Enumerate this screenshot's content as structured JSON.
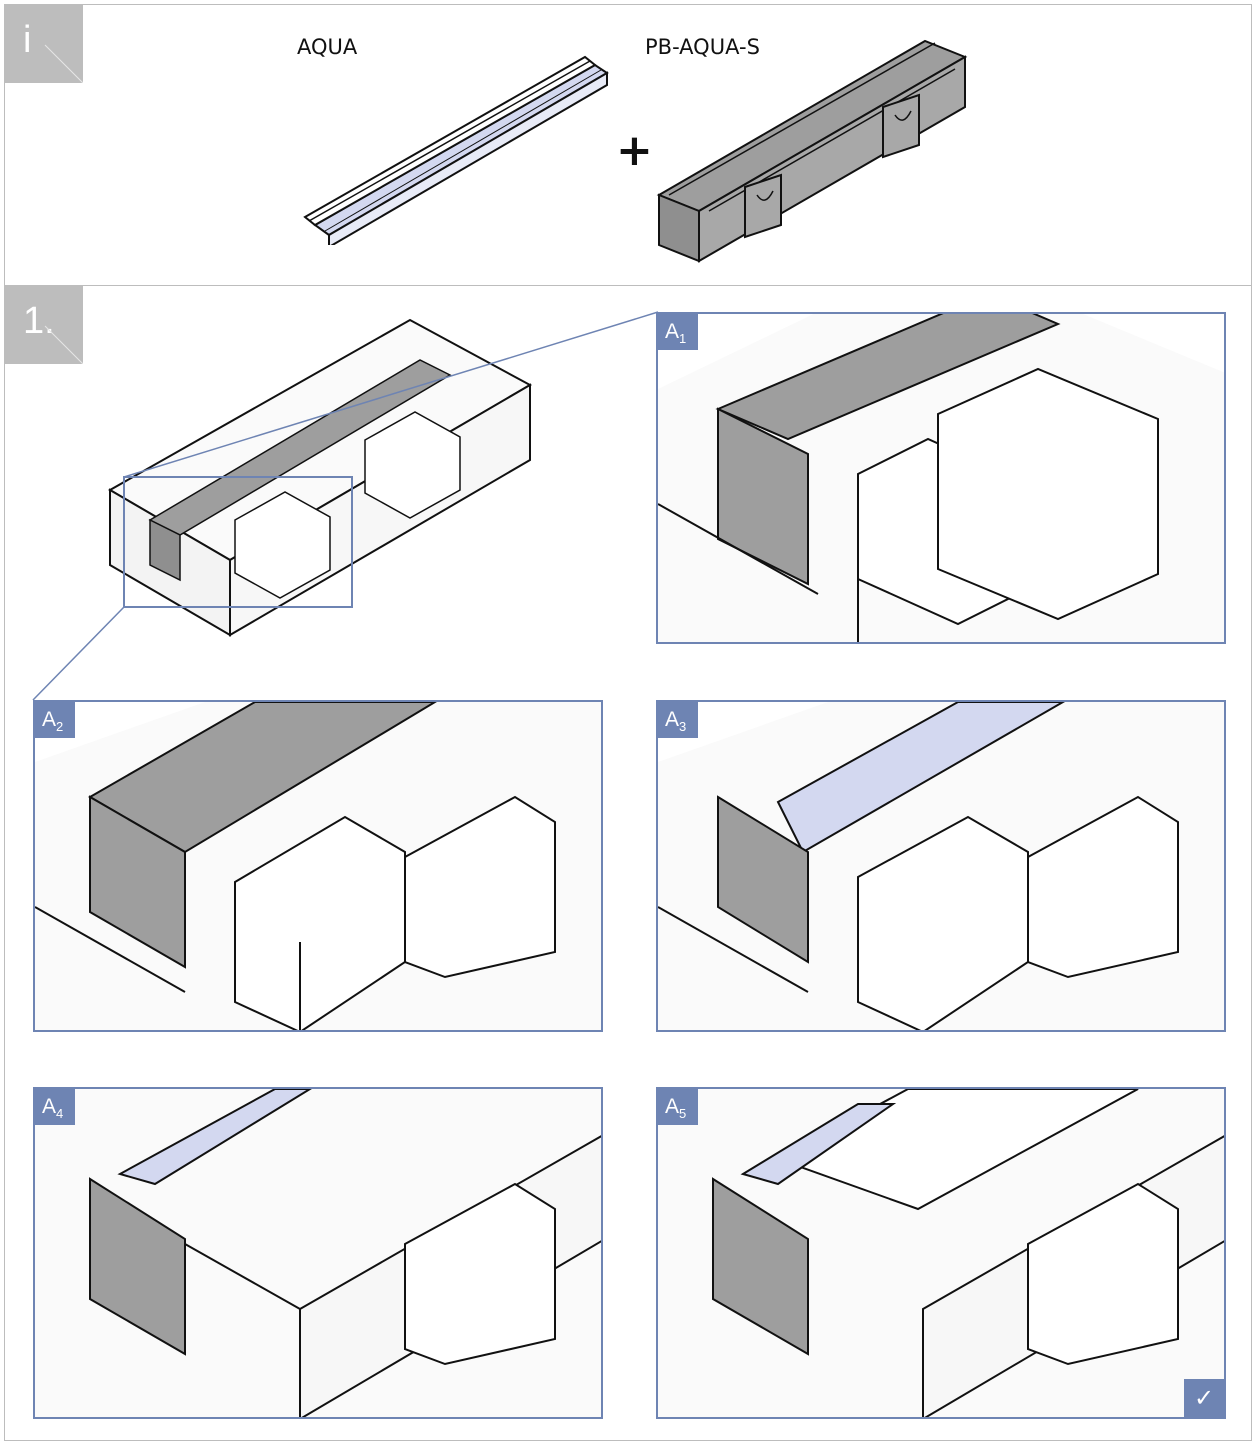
{
  "info_section": {
    "badge": "i",
    "products": [
      {
        "label": "AQUA"
      },
      {
        "label": "PB-AQUA-S"
      }
    ],
    "plus_sign": "+"
  },
  "step_section": {
    "badge": "1.",
    "details": [
      {
        "letter": "A",
        "index": "1"
      },
      {
        "letter": "A",
        "index": "2"
      },
      {
        "letter": "A",
        "index": "3"
      },
      {
        "letter": "A",
        "index": "4"
      },
      {
        "letter": "A",
        "index": "5"
      }
    ],
    "done_icon": "checkmark-icon"
  },
  "colors": {
    "badge_gray": "#bdbdbd",
    "detail_blue": "#6e84b3",
    "membrane_gray": "#9e9e9e",
    "profile_blue": "#d3d8f0"
  }
}
